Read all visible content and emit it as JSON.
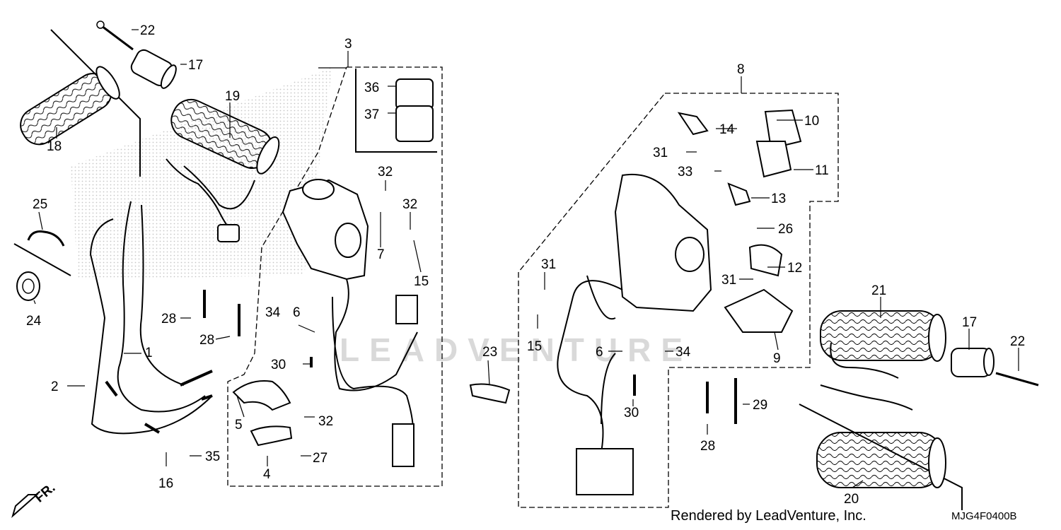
{
  "diagram": {
    "credit": "Rendered by LeadVenture, Inc.",
    "code": "MJG4F0400B",
    "front_label": "FR.",
    "watermark": "LEADVENTURE",
    "callouts": [
      "1",
      "2",
      "3",
      "4",
      "5",
      "6",
      "7",
      "8",
      "9",
      "10",
      "11",
      "12",
      "13",
      "14",
      "15",
      "16",
      "17",
      "18",
      "19",
      "20",
      "21",
      "22",
      "23",
      "24",
      "25",
      "26",
      "27",
      "28",
      "29",
      "30",
      "31",
      "32",
      "33",
      "34",
      "35",
      "36",
      "37"
    ]
  }
}
